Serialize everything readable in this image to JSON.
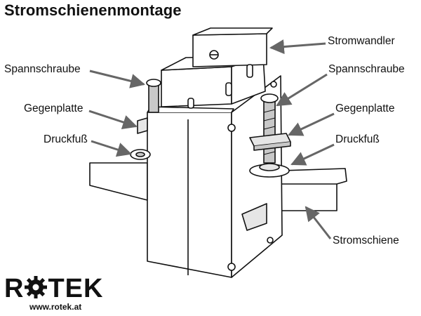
{
  "title": "Stromschienenmontage",
  "labels": {
    "stromwandler": "Stromwandler",
    "spannschraube_left": "Spannschraube",
    "spannschraube_right": "Spannschraube",
    "gegenplatte_left": "Gegenplatte",
    "gegenplatte_right": "Gegenplatte",
    "druckfuss_left": "Druckfuß",
    "druckfuss_right": "Druckfuß",
    "stromschiene": "Stromschiene"
  },
  "logo": {
    "text_before": "R",
    "text_after": "TEK",
    "url": "www.rotek.at"
  },
  "colors": {
    "line": "#111111",
    "leader": "#666666",
    "fill_light": "#ffffff",
    "fill_shade": "#e6e6e6",
    "fill_dark": "#c8c8c8"
  }
}
